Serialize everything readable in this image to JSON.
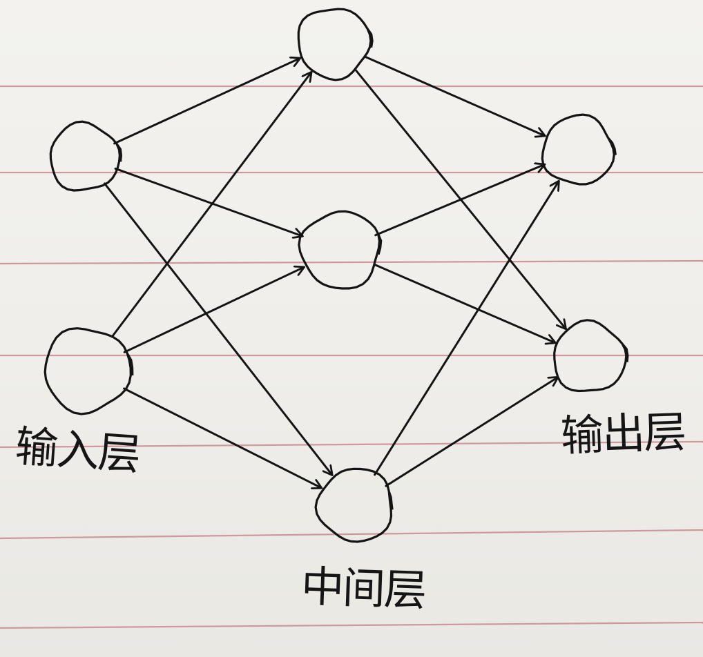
{
  "diagram": {
    "kind": "hand-drawn neural network on ruled notebook paper",
    "ink_color": "#141414",
    "rule_color": "#c98a92",
    "layers": [
      {
        "id": "input",
        "label": "输入层",
        "node_count": 2
      },
      {
        "id": "hidden",
        "label": "中间层",
        "node_count": 3
      },
      {
        "id": "output",
        "label": "输出层",
        "node_count": 2
      }
    ],
    "connections": [
      {
        "from": "input-1",
        "to": "hidden-1"
      },
      {
        "from": "input-1",
        "to": "hidden-2"
      },
      {
        "from": "input-1",
        "to": "hidden-3"
      },
      {
        "from": "input-2",
        "to": "hidden-1"
      },
      {
        "from": "input-2",
        "to": "hidden-2"
      },
      {
        "from": "input-2",
        "to": "hidden-3"
      },
      {
        "from": "hidden-1",
        "to": "output-1"
      },
      {
        "from": "hidden-1",
        "to": "output-2"
      },
      {
        "from": "hidden-2",
        "to": "output-1"
      },
      {
        "from": "hidden-2",
        "to": "output-2"
      },
      {
        "from": "hidden-3",
        "to": "output-1"
      },
      {
        "from": "hidden-3",
        "to": "output-2"
      }
    ]
  }
}
